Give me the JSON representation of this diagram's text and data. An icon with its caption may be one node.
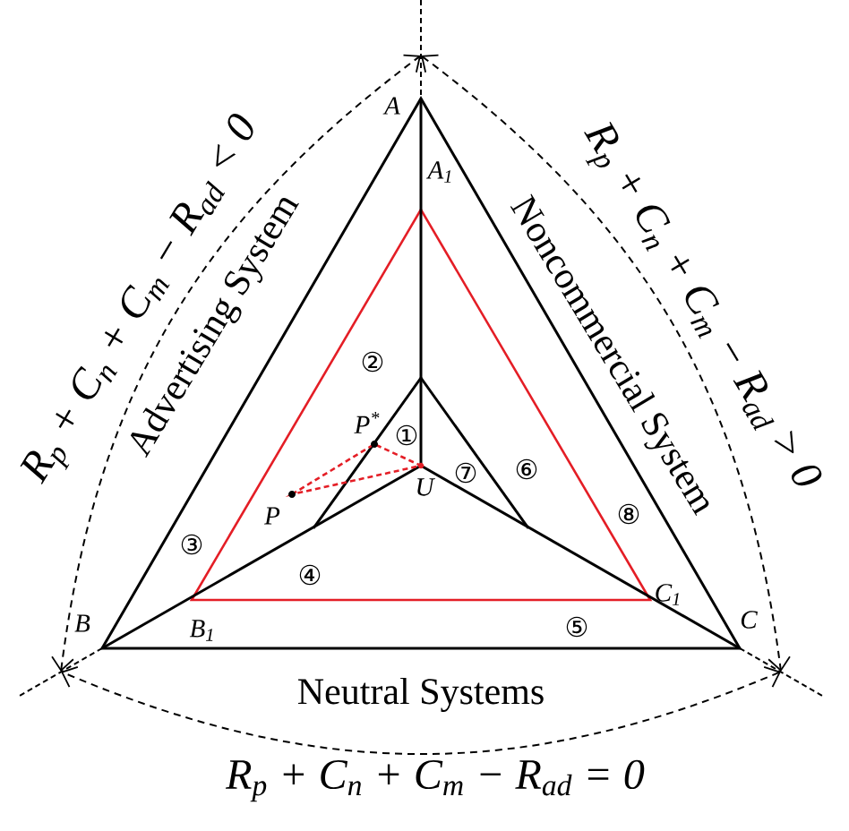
{
  "diagram": {
    "labels": [
      "R$_{p}$ + C$_{n}$ + C$_{m}$ − R$_{ad}$ < 0",
      "Advertising System",
      "A",
      "A$_{1}$",
      "Noncommercial System",
      "R$_{p}$ + C$_{n}$ + C$_{m}$ − R$_{ad}$ > 0",
      "②",
      "P$^{*}$",
      "①",
      "⑦",
      "⑥",
      "P",
      "U",
      "⑧",
      "③",
      "④",
      "C$_{1}$",
      "B",
      "C",
      "B$_{1}$",
      "⑤",
      "Neutral Systems",
      "R$_{p}$ + C$_{n}$ + C$_{m}$ − R$_{ad}$ = 0"
    ]
  }
}
